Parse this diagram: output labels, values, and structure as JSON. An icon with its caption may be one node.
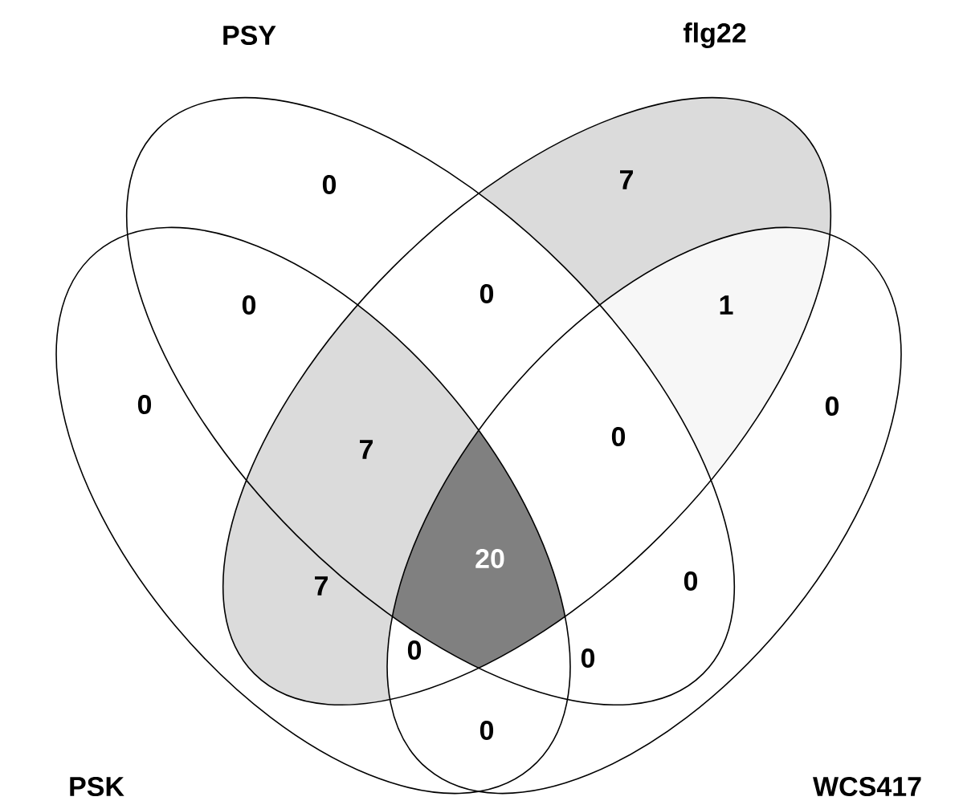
{
  "diagram": {
    "nodes": [
      {
        "text": [
          "PSK"
        ]
      },
      {
        "text": [
          "PSY"
        ]
      },
      {
        "text": [
          "flg22"
        ]
      },
      {
        "text": [
          "WCS417"
        ]
      }
    ],
    "labels": [
      "0",
      "7",
      "0",
      "0",
      "1",
      "0",
      "7",
      "0",
      "0",
      "7",
      "20",
      "0",
      "0",
      "0",
      "0"
    ]
  }
}
